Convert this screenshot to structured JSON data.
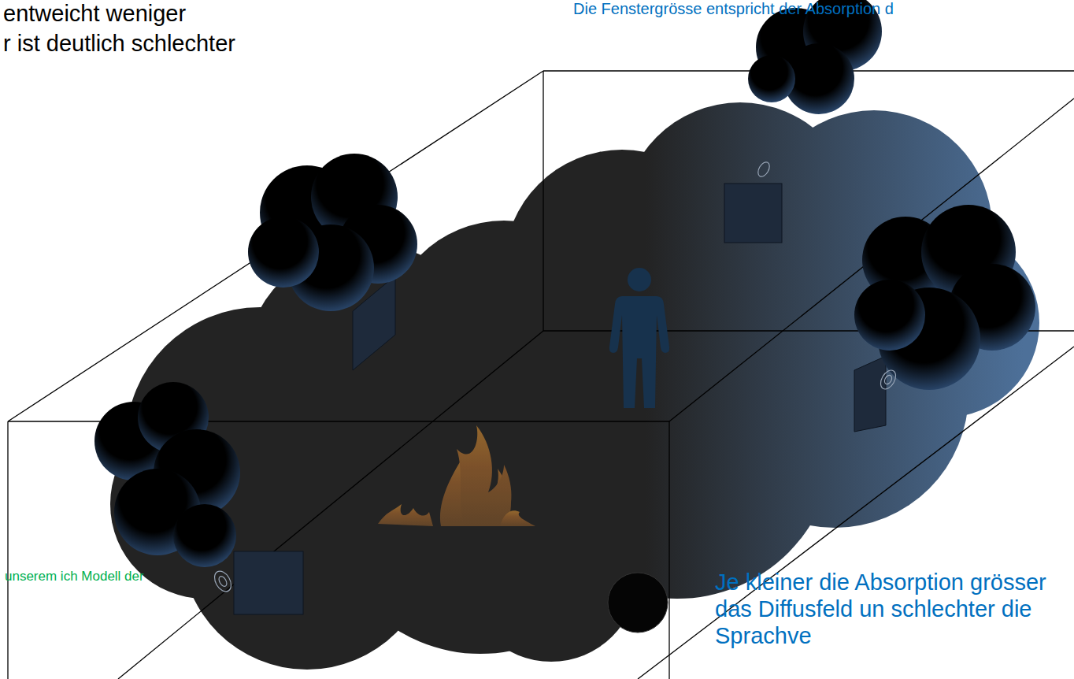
{
  "diagram": {
    "labels": [
      "entweicht weniger",
      "r ist deutlich schlechter",
      "Die Fenstergrösse entspricht der Absorption d",
      "unserem ich Modell der",
      "Je kleiner die Absorption grösser das Diffusfeld un schlechter die Sprachve"
    ]
  }
}
